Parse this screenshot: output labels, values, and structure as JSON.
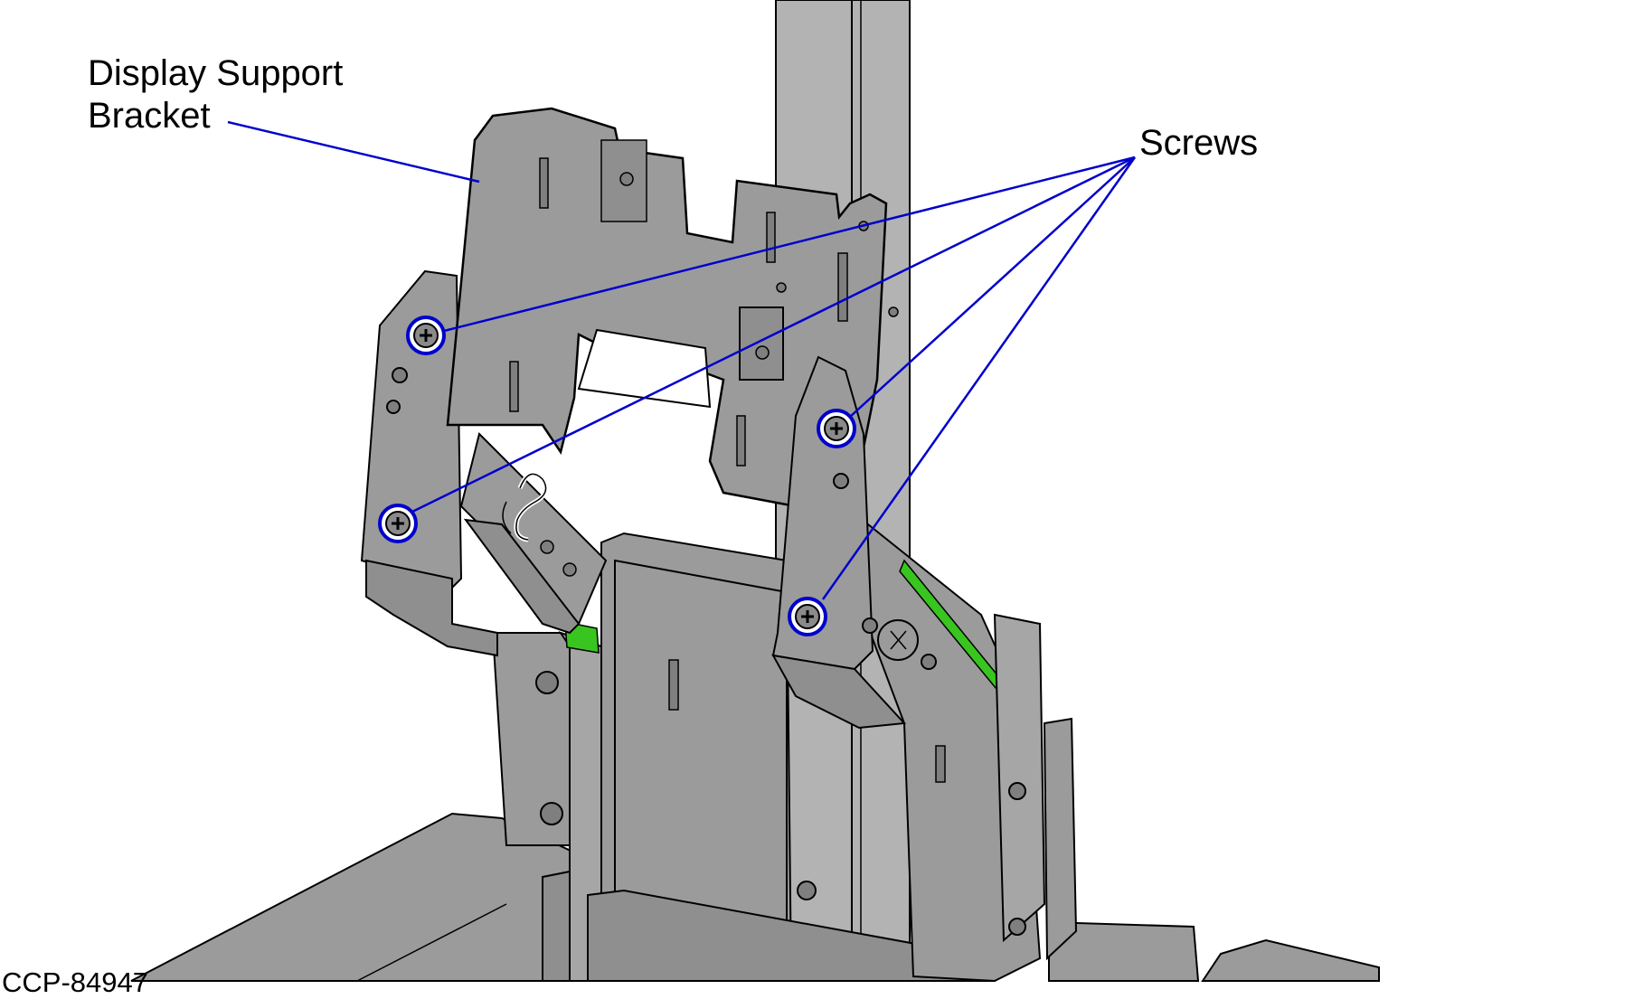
{
  "labels": {
    "bracket_line1": "Display Support",
    "bracket_line2": "Bracket",
    "screws": "Screws"
  },
  "figure_id": "CCP-84947",
  "colors": {
    "part_fill": "#9b9b9b",
    "part_fill_light": "#a6a6a6",
    "post_fill": "#b3b3b3",
    "outline": "#000000",
    "callout_line": "#0000cc",
    "accent_green": "#39c51f",
    "background": "#ffffff"
  },
  "icons": {
    "screw": "screw-head-icon"
  }
}
